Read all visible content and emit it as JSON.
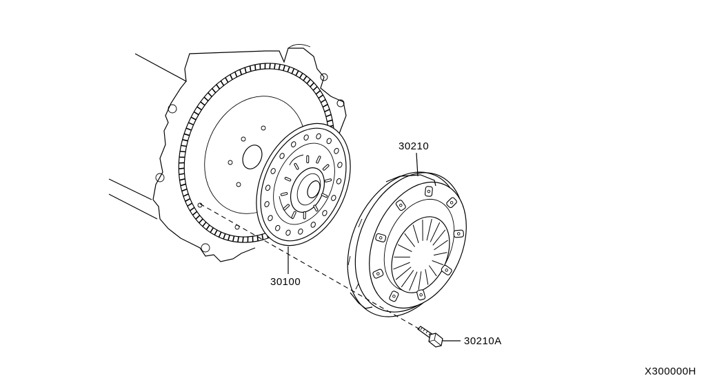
{
  "diagram": {
    "parts": [
      {
        "part_number": "30210",
        "part": "clutch-cover"
      },
      {
        "part_number": "30100",
        "part": "clutch-disc"
      },
      {
        "part_number": "30210A",
        "part": "clutch-cover-bolt"
      }
    ],
    "figure_code": "X300000H"
  }
}
